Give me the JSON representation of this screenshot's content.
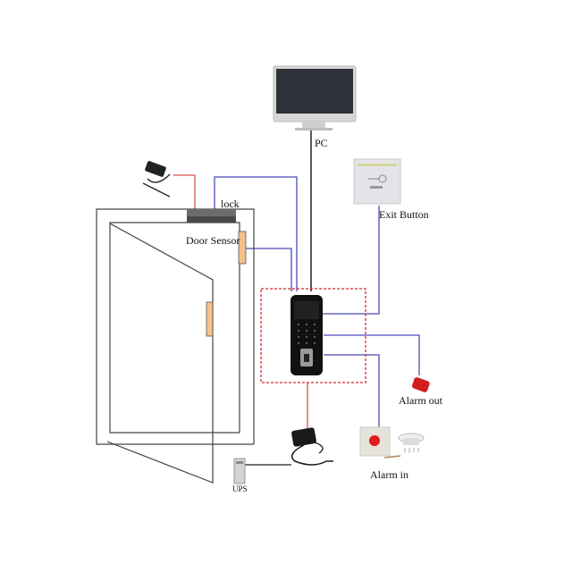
{
  "labels": {
    "pc": "PC",
    "exit_button": "Exit Button",
    "lock": "lock",
    "door_sensor": "Door Sensor",
    "alarm_out": "Alarm out",
    "alarm_in": "Alarm in",
    "ups": "UPS"
  },
  "colors": {
    "signal_wire": "#4a4ab8",
    "power_wire": "#d9534f",
    "data_wire": "#000000",
    "controller_box": "#d9262b",
    "sensor": "#f5c08a"
  }
}
